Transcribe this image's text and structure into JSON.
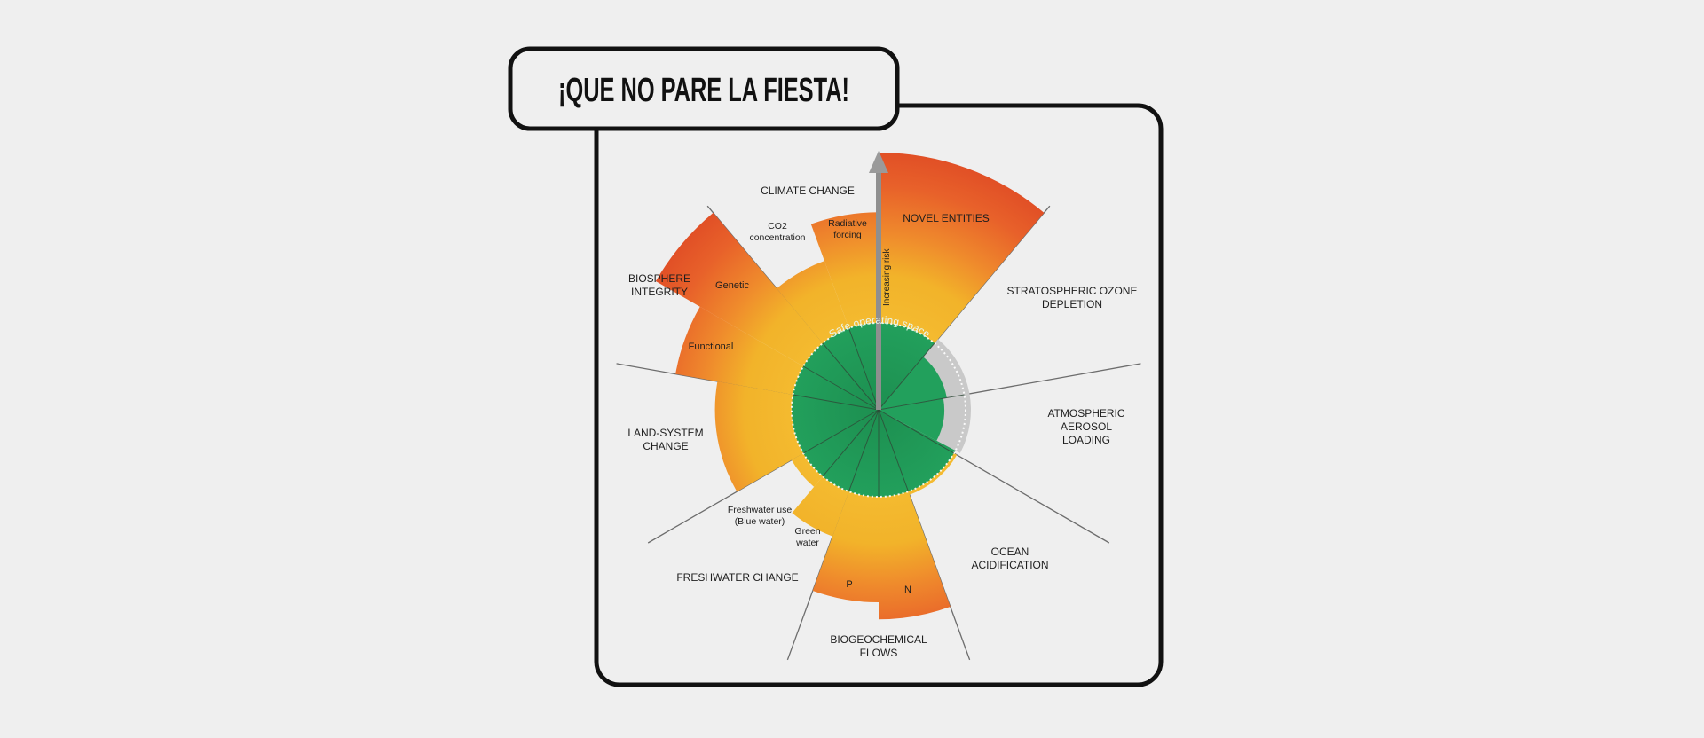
{
  "title": "¡QUE NO PARE LA FIESTA!",
  "colors": {
    "page_background": "#efefef",
    "frame_stroke": "#111111",
    "frame_fill": "#efefef",
    "safe_space_green": "#1f9a57",
    "safe_space_green_dark": "#13703e",
    "zone_yellow": "#f2b32a",
    "zone_orange": "#ef7b2c",
    "zone_red": "#d63a24",
    "gray_unknown": "#c6c6c6",
    "divider": "#6d6d6d",
    "arrow": "#9a9a9a"
  },
  "diagram": {
    "safe_label": "Safe operating space",
    "risk_label": "Increasing risk",
    "main_labels": [
      {
        "id": "climate-change",
        "lines": [
          "CLIMATE CHANGE"
        ]
      },
      {
        "id": "novel-entities",
        "lines": [
          "NOVEL ENTITIES"
        ]
      },
      {
        "id": "stratospheric-ozone",
        "lines": [
          "STRATOSPHERIC OZONE",
          "DEPLETION"
        ]
      },
      {
        "id": "atmospheric-aerosol",
        "lines": [
          "ATMOSPHERIC",
          "AEROSOL",
          "LOADING"
        ]
      },
      {
        "id": "ocean-acidification",
        "lines": [
          "OCEAN",
          "ACIDIFICATION"
        ]
      },
      {
        "id": "biogeochemical-flows",
        "lines": [
          "BIOGEOCHEMICAL",
          "FLOWS"
        ]
      },
      {
        "id": "freshwater-change",
        "lines": [
          "FRESHWATER CHANGE"
        ]
      },
      {
        "id": "land-system-change",
        "lines": [
          "LAND-SYSTEM",
          "CHANGE"
        ]
      },
      {
        "id": "biosphere-integrity",
        "lines": [
          "BIOSPHERE",
          "INTEGRITY"
        ]
      }
    ],
    "sub_labels": [
      {
        "id": "co2-concentration",
        "lines": [
          "CO2",
          "concentration"
        ]
      },
      {
        "id": "radiative-forcing",
        "lines": [
          "Radiative",
          "forcing"
        ]
      },
      {
        "id": "genetic",
        "lines": [
          "Genetic"
        ]
      },
      {
        "id": "functional",
        "lines": [
          "Functional"
        ]
      },
      {
        "id": "freshwater-blue",
        "lines": [
          "Freshwater use",
          "(Blue water)"
        ]
      },
      {
        "id": "green-water",
        "lines": [
          "Green",
          "water"
        ]
      },
      {
        "id": "phosphorus",
        "lines": [
          "P"
        ]
      },
      {
        "id": "nitrogen",
        "lines": [
          "N"
        ]
      }
    ],
    "sectors": [
      {
        "id": "novel-entities",
        "status": "transgressed",
        "level": 1.0
      },
      {
        "id": "stratospheric-ozone",
        "status": "safe",
        "level": 0.0
      },
      {
        "id": "atmospheric-aerosol",
        "status": "safe",
        "level": 0.0
      },
      {
        "id": "ocean-acidification",
        "status": "safe",
        "level": 0.02
      },
      {
        "id": "biogeochemical-p",
        "status": "transgressed",
        "level": 0.62
      },
      {
        "id": "biogeochemical-n",
        "status": "transgressed",
        "level": 0.72
      },
      {
        "id": "freshwater-green",
        "status": "increasing",
        "level": 0.28
      },
      {
        "id": "freshwater-blue",
        "status": "increasing",
        "level": 0.08
      },
      {
        "id": "land-system-change",
        "status": "increasing",
        "level": 0.45
      },
      {
        "id": "biosphere-functional",
        "status": "transgressed",
        "level": 0.7
      },
      {
        "id": "biosphere-genetic",
        "status": "transgressed",
        "level": 1.0
      },
      {
        "id": "climate-co2",
        "status": "increasing",
        "level": 0.42
      },
      {
        "id": "climate-radiative",
        "status": "transgressed",
        "level": 0.65
      }
    ]
  }
}
